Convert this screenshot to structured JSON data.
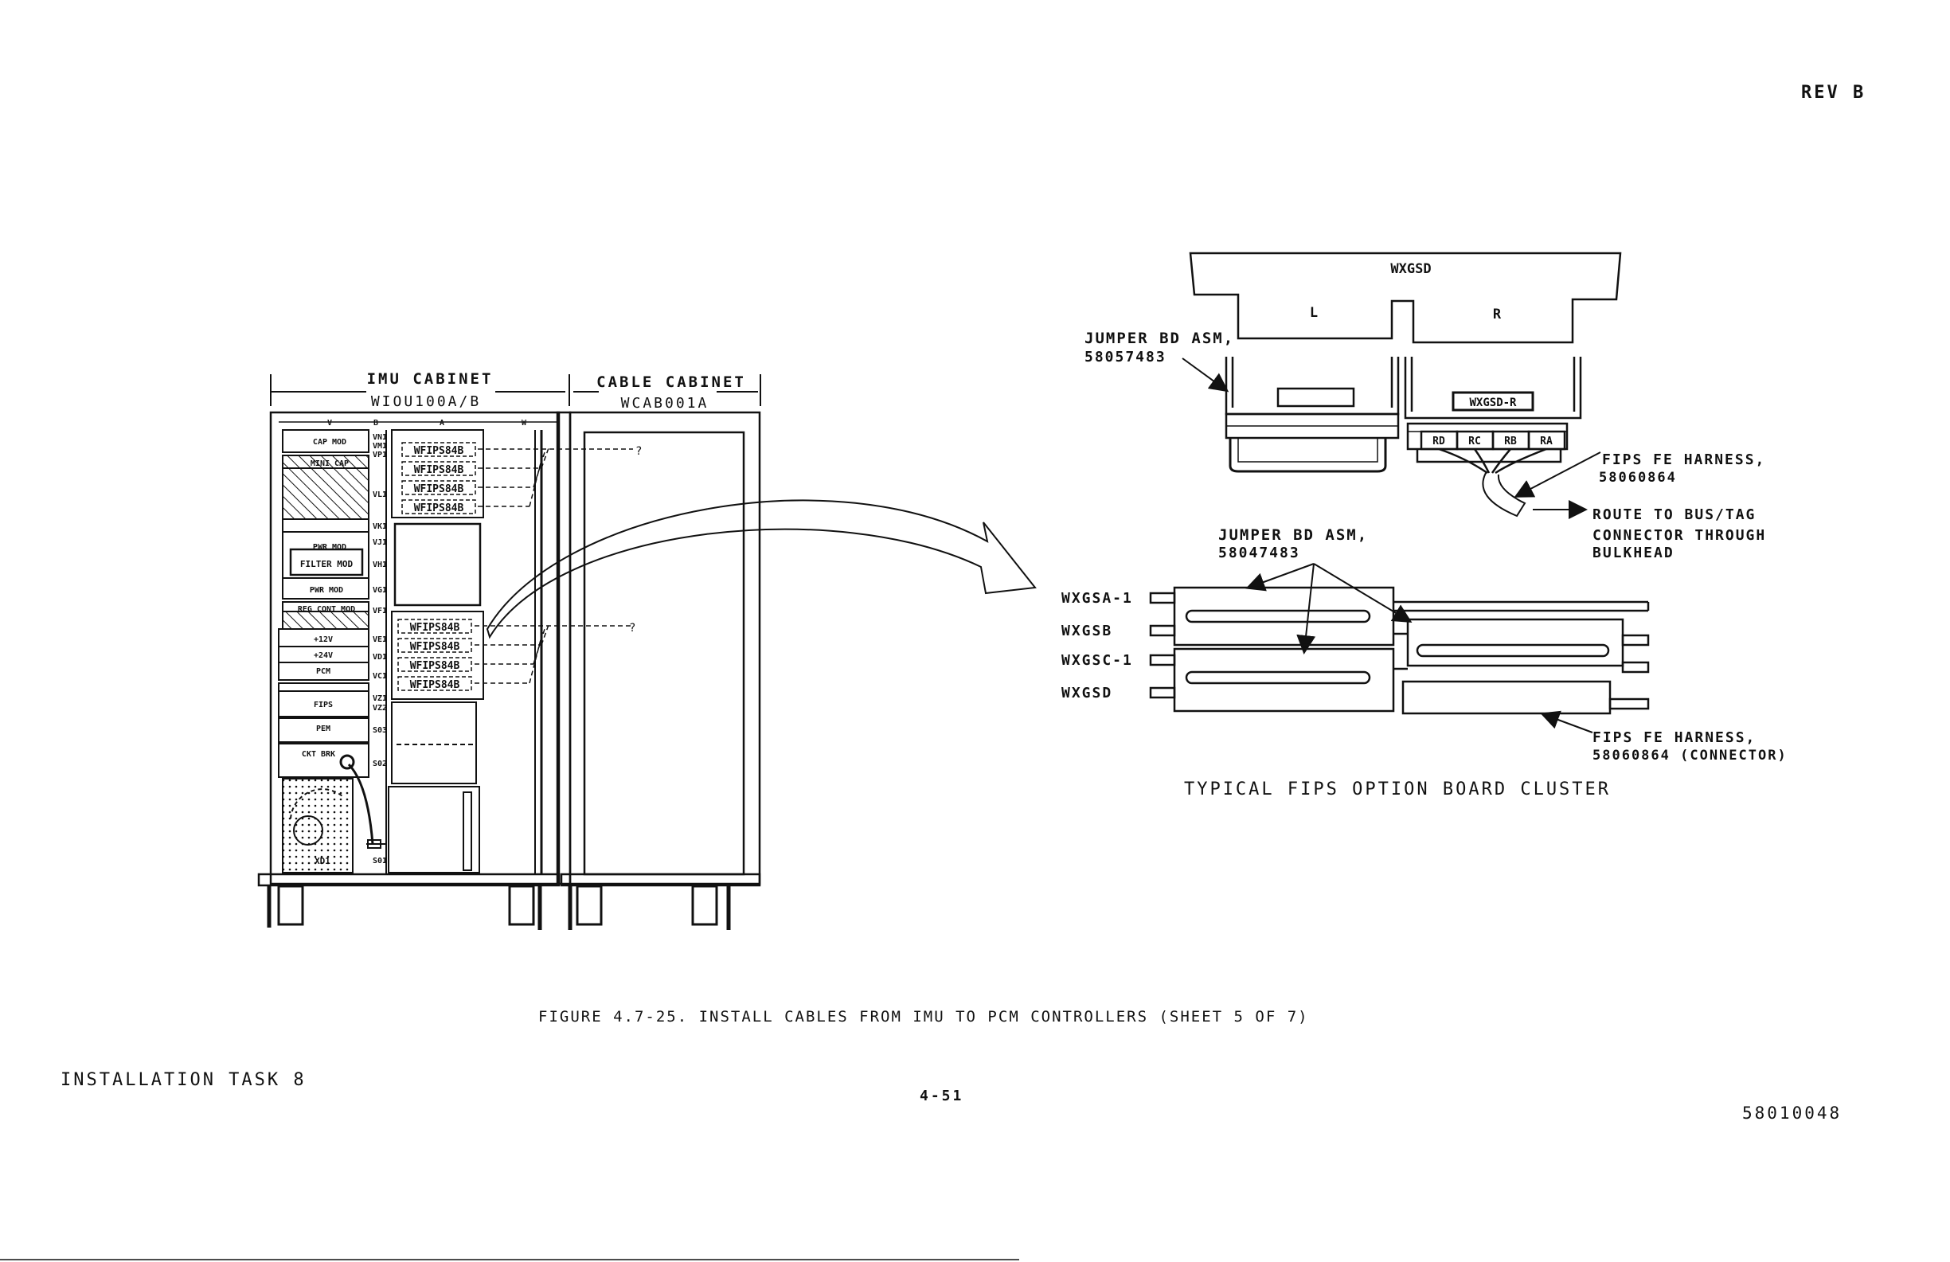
{
  "page": {
    "rev": "REV B",
    "caption": "FIGURE 4.7-25.  INSTALL CABLES FROM IMU TO PCM CONTROLLERS (SHEET 5 OF 7)",
    "footer_left": "INSTALLATION TASK 8",
    "page_number": "4-51",
    "doc_number": "58010048"
  },
  "cabinet": {
    "imu_title": "IMU CABINET",
    "imu_model": "WIOU100A/B",
    "cable_title": "CABLE CABINET",
    "cable_model": "WCAB001A",
    "col_v": "V",
    "col_b": "B",
    "col_a": "A",
    "col_w": "W",
    "modules": [
      "CAP MOD",
      "MINI CAP",
      "PWR MOD",
      "FILTER MOD",
      "PWR MOD",
      "REG CONT MOD",
      "+12V",
      "+24V",
      "PCM",
      "FIPS",
      "PEM",
      "CKT BRK",
      "XD1"
    ],
    "slots": [
      "VN1",
      "VM1",
      "VP1",
      "VL1",
      "VK1",
      "VJ1",
      "VH1",
      "VG1",
      "VF1",
      "VE1",
      "VD1",
      "VC1",
      "VZ1",
      "VZ2",
      "S03",
      "S02",
      "S01"
    ],
    "boards_upper": [
      "WFIPS84B",
      "WFIPS84B",
      "WFIPS84B",
      "WFIPS84B"
    ],
    "boards_lower": [
      "WFIPS84B",
      "WFIPS84B",
      "WFIPS84B",
      "WFIPS84B"
    ],
    "cut_mark": "?"
  },
  "detail": {
    "wxgsd": "WXGSD",
    "left": "L",
    "right": "R",
    "jumper1_label": "JUMPER BD ASM,",
    "jumper1_pn": "58057483",
    "wxgsd_r": "WXGSD-R",
    "connectors": [
      "RD",
      "RC",
      "RB",
      "RA"
    ],
    "harness1_label": "FIPS FE HARNESS,",
    "harness1_pn": "58060864",
    "route_1": "ROUTE TO BUS/TAG",
    "route_2": "CONNECTOR THROUGH",
    "route_3": "BULKHEAD",
    "jumper2_label": "JUMPER BD ASM,",
    "jumper2_pn": "58047483",
    "boards": [
      "WXGSA-1",
      "WXGSB",
      "WXGSC-1",
      "WXGSD"
    ],
    "harness2_label": "FIPS FE HARNESS,",
    "harness2_pn": "58060864 (CONNECTOR)",
    "cluster_title": "TYPICAL FIPS OPTION BOARD CLUSTER"
  }
}
